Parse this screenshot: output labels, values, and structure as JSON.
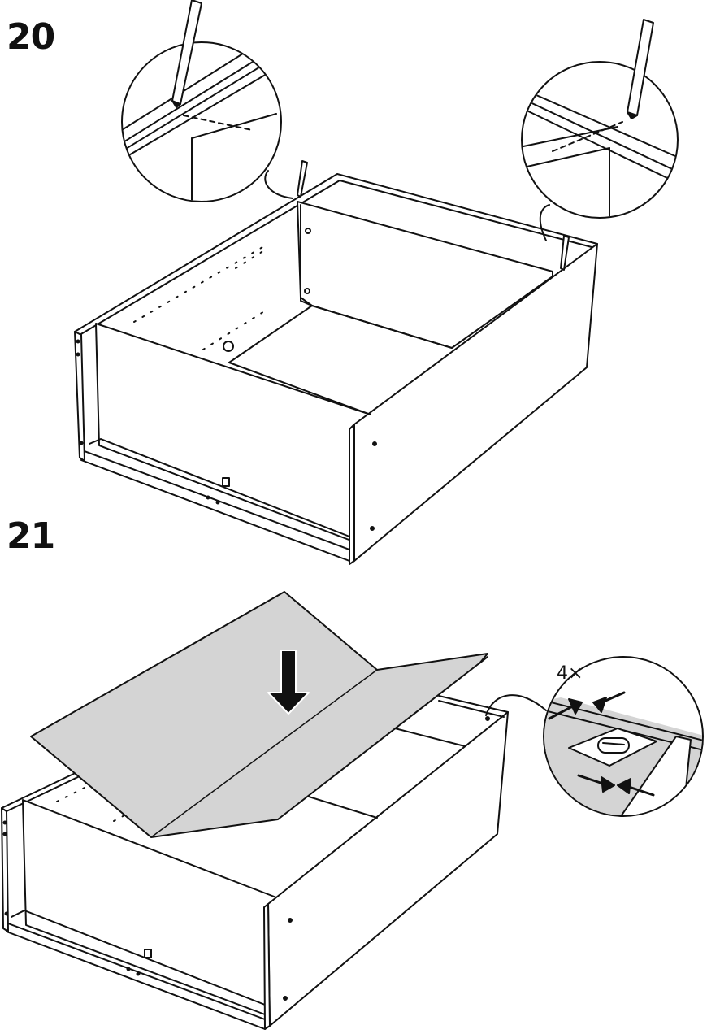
{
  "steps": [
    {
      "number": "20"
    },
    {
      "number": "21",
      "quantity_label": "4×"
    }
  ],
  "icons": [
    "pencil-icon",
    "down-arrow-icon",
    "pinch-arrows-icon",
    "magnifier-callout-icon"
  ],
  "colors": {
    "ink": "#111111",
    "sheet": "#d4d4d4",
    "panel": "#ffffff"
  }
}
